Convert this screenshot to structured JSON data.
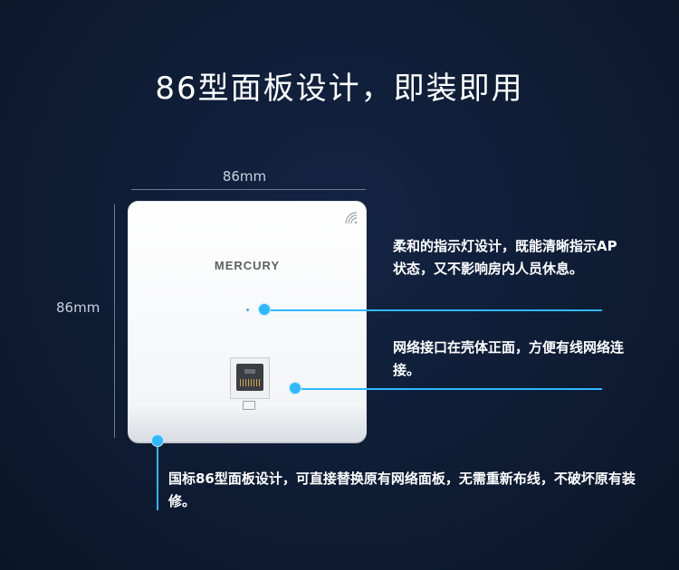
{
  "headline": "86型面板设计，即装即用",
  "dimensions": {
    "width_label": "86mm",
    "height_label": "86mm"
  },
  "panel": {
    "brand": "MERCURY",
    "icons": [
      "wifi-icon",
      "ethernet-port-icon"
    ]
  },
  "callouts": {
    "indicator": "柔和的指示灯设计，既能清晰指示AP状态，又不影响房内人员休息。",
    "port": "网络接口在壳体正面，方便有线网络连接。",
    "standard": "国标86型面板设计，可直接替换原有网络面板，无需重新布线，不破坏原有装修。"
  },
  "colors": {
    "background": "#0f1c33",
    "accent": "#2fb8ff",
    "panel": "#ffffff"
  }
}
